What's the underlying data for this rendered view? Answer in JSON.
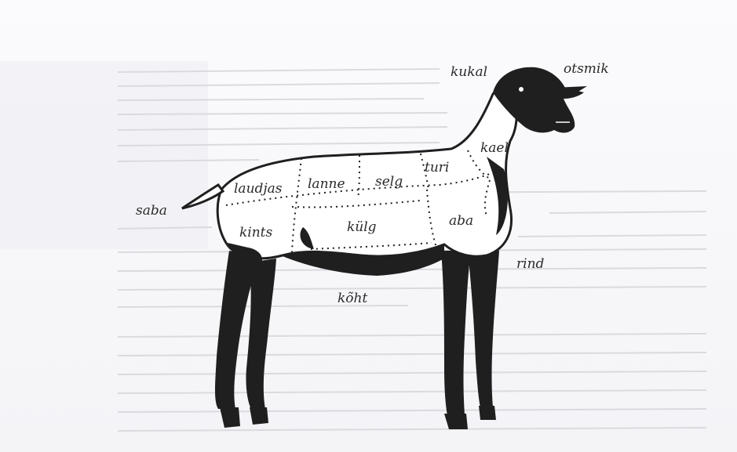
{
  "diagram": {
    "labels": {
      "kukal": "kukal",
      "otsmik": "otsmik",
      "kael": "kael",
      "turi": "turi",
      "selg": "selg",
      "lanne": "lanne",
      "laudjas": "laudjas",
      "saba": "saba",
      "kints": "kints",
      "kulg": "külg",
      "aba": "aba",
      "rind": "rind",
      "koht": "kõht"
    },
    "colors": {
      "silhouette": "#1f1f1f",
      "body_fill": "#ffffff",
      "text": "#2a2a2a",
      "background": "#f7f7f9"
    }
  }
}
